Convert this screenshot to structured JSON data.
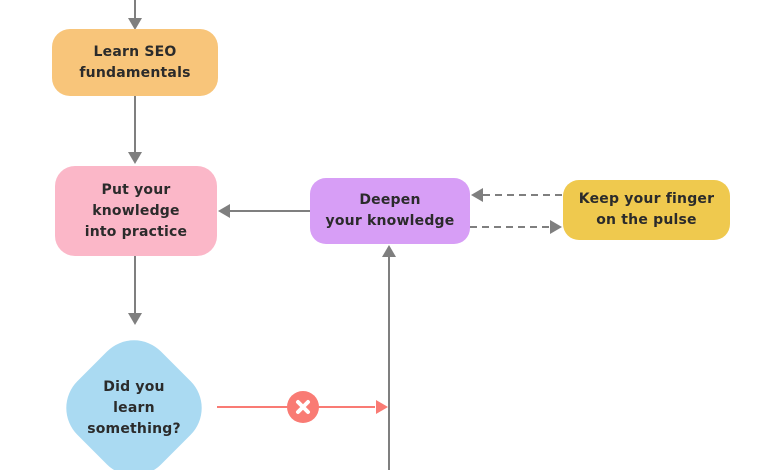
{
  "colors": {
    "arrow_gray": "#7f7f7f",
    "arrow_red": "#f97b74",
    "text_dark": "#2b2b2b",
    "node_orange": "#f8c57a",
    "node_pink": "#fbb7c8",
    "node_purple": "#d79ef6",
    "node_yellow": "#efc94e",
    "node_blue": "#aadaf2",
    "badge_x_glyph_color": "#ffffff"
  },
  "nodes": {
    "learn_seo": {
      "label": "Learn SEO\nfundamentals",
      "fill": "#f8c57a"
    },
    "practice": {
      "label": "Put your\nknowledge\ninto practice",
      "fill": "#fbb7c8"
    },
    "deepen": {
      "label": "Deepen\nyour knowledge",
      "fill": "#d79ef6"
    },
    "pulse": {
      "label": "Keep your finger\non the pulse",
      "fill": "#efc94e"
    },
    "decision": {
      "label": "Did you\nlearn\nsomething?",
      "fill": "#aadaf2"
    }
  },
  "connectors": [
    {
      "from": "start",
      "to": "learn_seo",
      "style": "solid",
      "color": "#7f7f7f"
    },
    {
      "from": "learn_seo",
      "to": "practice",
      "style": "solid",
      "color": "#7f7f7f"
    },
    {
      "from": "practice",
      "to": "decision",
      "style": "solid",
      "color": "#7f7f7f"
    },
    {
      "from": "deepen",
      "to": "practice",
      "style": "solid",
      "color": "#7f7f7f"
    },
    {
      "from": "pulse",
      "to": "deepen",
      "style": "dashed",
      "color": "#7f7f7f"
    },
    {
      "from": "deepen",
      "to": "pulse",
      "style": "dashed",
      "color": "#7f7f7f"
    },
    {
      "from": "bottom",
      "to": "deepen",
      "style": "solid",
      "color": "#7f7f7f"
    },
    {
      "from": "decision",
      "to": "deepen_branch",
      "style": "solid",
      "color": "#f97b74",
      "marker": "x-icon"
    }
  ]
}
